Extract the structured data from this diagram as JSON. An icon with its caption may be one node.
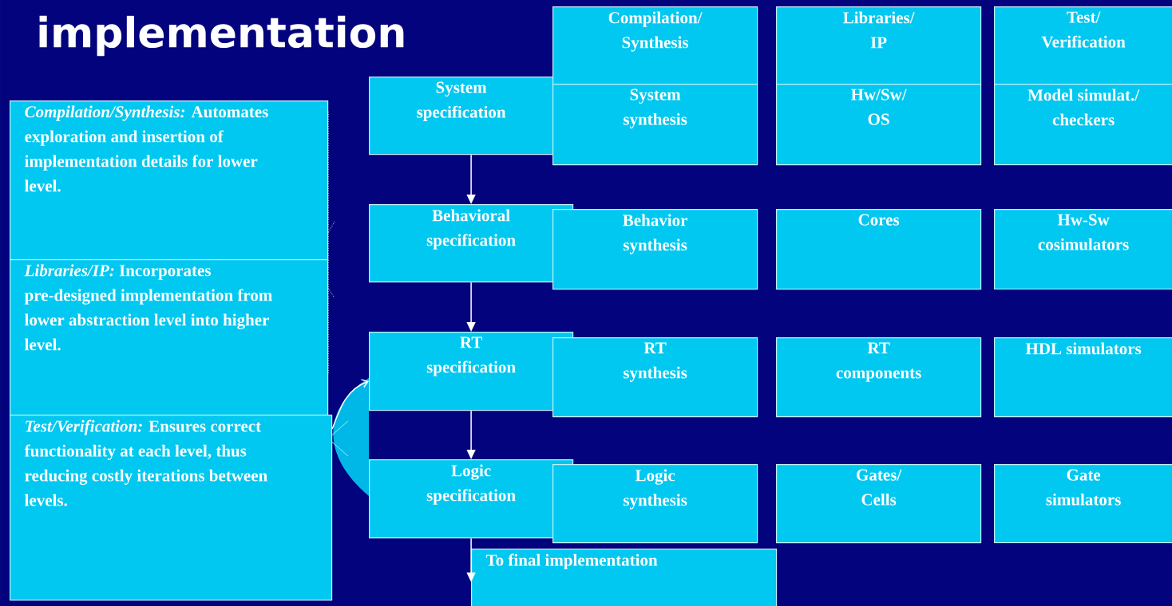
{
  "diagram": {
    "title": "implementation",
    "nodes": [
      {
        "text": [
          "*Compilation/Synthesis:* Automates exploration and insertion of implementation details for lower level."
        ]
      },
      {
        "text": [
          "*Libraries/IP:* Incorporates pre-designed implementation from lower abstraction level into higher level."
        ]
      },
      {
        "text": [
          "*Test/Verification:* Ensures correct functionality at each level, thus reducing costly iterations between levels."
        ]
      },
      {
        "text": [
          "System specification"
        ]
      },
      {
        "text": [
          "Behavioral specification"
        ]
      },
      {
        "text": [
          "RT specification"
        ]
      },
      {
        "text": [
          "Logic specification"
        ]
      },
      {
        "text": [
          "To final implementation"
        ]
      },
      {
        "text": [
          "Compilation/ Synthesis"
        ]
      },
      {
        "text": [
          "Libraries/ IP"
        ]
      },
      {
        "text": [
          "Test/ Verification"
        ]
      },
      {
        "text": [
          "System synthesis"
        ]
      },
      {
        "text": [
          "Hw/Sw/ OS"
        ]
      },
      {
        "text": [
          "Model simulat./ checkers"
        ]
      },
      {
        "text": [
          "Behavior synthesis"
        ]
      },
      {
        "text": [
          "Cores"
        ]
      },
      {
        "text": [
          "Hw-Sw cosimulators"
        ]
      },
      {
        "text": [
          "RT synthesis"
        ]
      },
      {
        "text": [
          "RT components"
        ]
      },
      {
        "text": [
          "HDL simulators"
        ]
      },
      {
        "text": [
          "Logic synthesis"
        ]
      },
      {
        "text": [
          "Gates/ Cells"
        ]
      },
      {
        "text": [
          "Gate simulators"
        ]
      }
    ],
    "edges": [
      {
        "from": 3,
        "to": 4,
        "arrow": "to"
      },
      {
        "from": 4,
        "to": 5,
        "arrow": "to"
      },
      {
        "from": 5,
        "to": 6,
        "arrow": "to"
      },
      {
        "from": 6,
        "to": 7,
        "arrow": "to"
      },
      {
        "from": 2,
        "to": 5,
        "arrow": "to"
      }
    ]
  }
}
